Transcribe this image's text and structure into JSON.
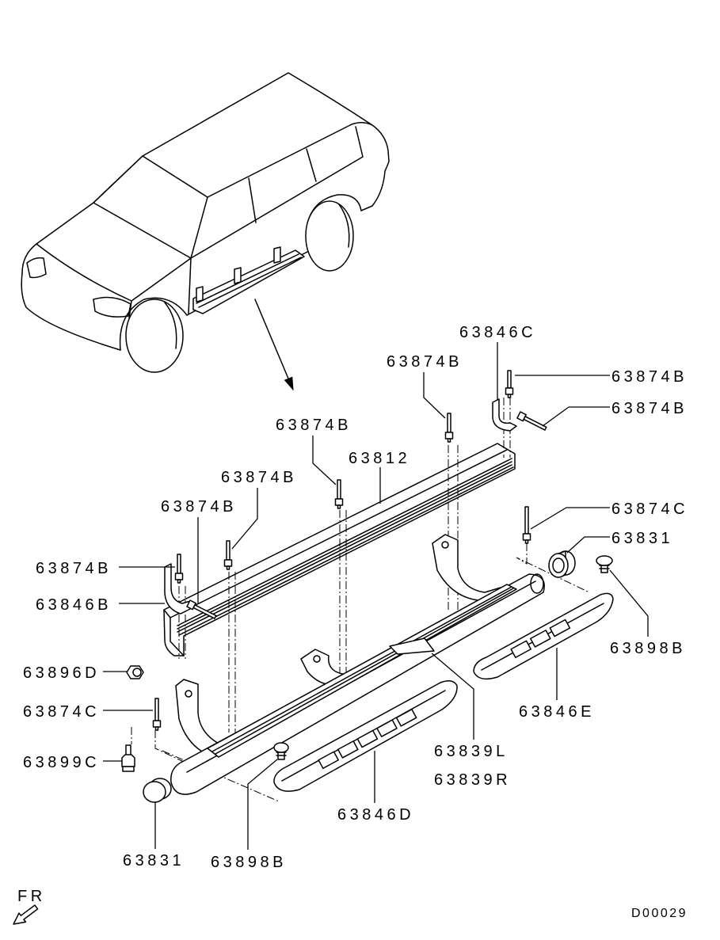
{
  "callouts": [
    "63846C",
    "63874B",
    "63874B",
    "63874B",
    "63874B",
    "63812",
    "63874B",
    "63874B",
    "63874C",
    "63831",
    "63874B",
    "63846B",
    "63898B",
    "63896D",
    "63846E",
    "63874C",
    "63839L",
    "63899C",
    "63839R",
    "63846D",
    "63831",
    "63898B"
  ],
  "direction_label": "FR",
  "drawing_number": "D00029",
  "colors": {
    "line": "#000000",
    "background": "#ffffff"
  }
}
